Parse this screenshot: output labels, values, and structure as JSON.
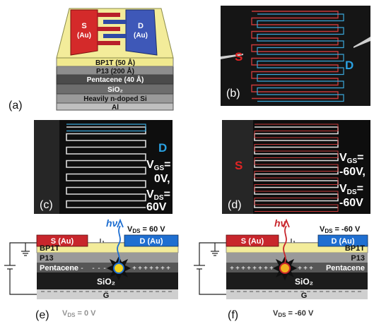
{
  "panel_a": {
    "label": "(a)",
    "source_label": "S",
    "source_sub": "(Au)",
    "drain_label": "D",
    "drain_sub": "(Au)",
    "layers": [
      "BP1T (50 Å)",
      "P13 (200 Å)",
      "Pentacene (40 Å)",
      "SiO₂",
      "Heavily n-doped Si",
      "Al"
    ]
  },
  "panel_b": {
    "label": "(b)",
    "s_label": "S",
    "d_label": "D"
  },
  "panel_c": {
    "label": "(c)",
    "d_label": "D",
    "vgs_line1": "V",
    "vgs_sub": "GS",
    "vgs_eq": "=",
    "vgs_value": "0V,",
    "vds_sub": "DS",
    "vds_value": "60V"
  },
  "panel_d": {
    "label": "(d)",
    "s_label": "S",
    "vgs_value": "-60V,",
    "vds_value": "-60V"
  },
  "panel_e": {
    "label": "(e)",
    "source": "S (Au)",
    "drain": "D (Au)",
    "layers": [
      "BP1T",
      "P13",
      "Pentacene",
      "SiO₂",
      "G"
    ],
    "hv": "hν",
    "vds_top": "V",
    "vds_top_sub": "DS",
    "vds_top_value": " = 60 V",
    "vds_bottom": "V",
    "vds_bottom_sub": "DS",
    "vds_bottom_value": " = 0 V",
    "minus": "-",
    "plus": "+"
  },
  "panel_f": {
    "label": "(f)",
    "source": "S (Au)",
    "drain": "D (Au)",
    "layers": [
      "BP1T",
      "P13",
      "Pentacene",
      "SiO₂",
      "G"
    ],
    "hv": "hν",
    "vds_top_value": " = -60 V",
    "vds_bottom_value": " = -60 V"
  },
  "colors": {
    "source_red": "#c8262c",
    "drain_blue": "#1f6fd1",
    "bp1t": "#f3ec9a",
    "p13": "#9a9a9a",
    "pentacene": "#565656",
    "sio2": "#1c1c1c",
    "gate": "#cfcfcf"
  }
}
